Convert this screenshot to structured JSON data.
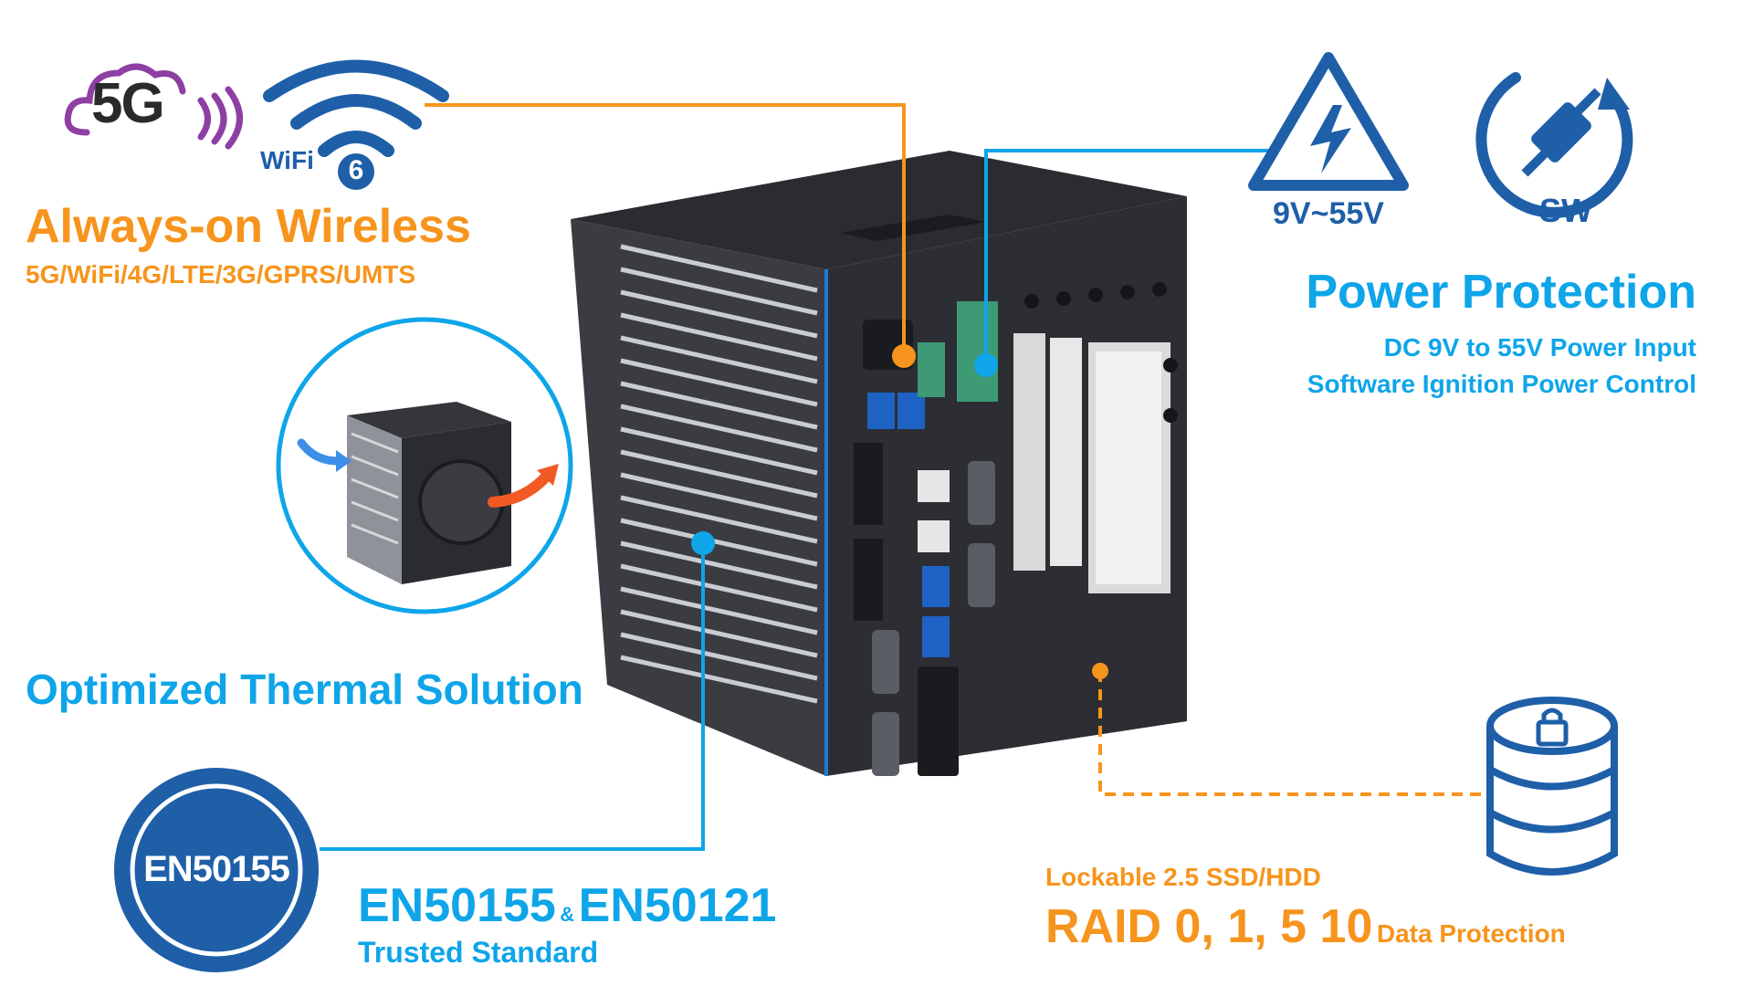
{
  "colors": {
    "orange": "#f7941d",
    "blue": "#0ea5e9",
    "navy": "#1e5fa8",
    "purple": "#8e3fa3",
    "chassis": "#2c2e33"
  },
  "wireless": {
    "badge_5g": "5G",
    "badge_wifi": "WiFi",
    "badge_wifi_num": "6",
    "title": "Always-on Wireless",
    "subtitle": "5G/WiFi/4G/LTE/3G/GPRS/UMTS"
  },
  "thermal": {
    "title": "Optimized Thermal Solution"
  },
  "en": {
    "badge": "EN50155",
    "title_a": "EN50155",
    "amp": "&",
    "title_b": "EN50121",
    "subtitle": "Trusted Standard"
  },
  "power": {
    "voltage_badge": "9V~55V",
    "sw_badge": "SW",
    "title": "Power Protection",
    "line1": "DC 9V to 55V Power Input",
    "line2": "Software Ignition Power Control"
  },
  "storage": {
    "line1": "Lockable 2.5 SSD/HDD",
    "raid": "RAID 0, 1, 5 10",
    "raid_suffix": "Data Protection"
  },
  "icons": [
    "cloud-5g-icon",
    "wifi6-icon",
    "lightning-triangle-icon",
    "power-plug-sw-icon",
    "database-lock-icon",
    "en50155-seal-icon"
  ]
}
